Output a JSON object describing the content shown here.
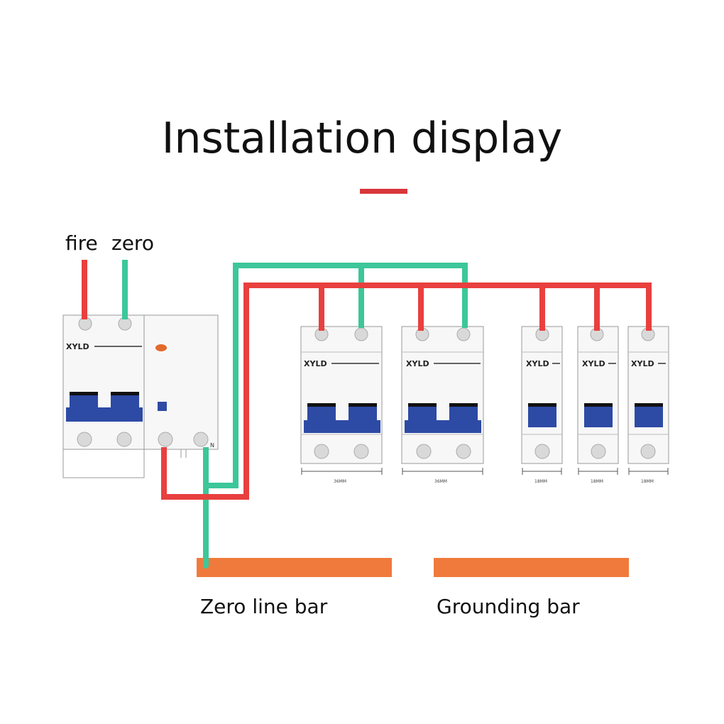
{
  "title": "Installation display",
  "labels": {
    "fire": "fire",
    "zero": "zero",
    "zero_line_bar": "Zero line bar",
    "grounding_bar": "Grounding bar"
  },
  "brand": "XYLD",
  "neutral_mark": "N",
  "dimensions": {
    "width_36": "36MM",
    "width_18": "18MM"
  },
  "colors": {
    "live_wire": "#e8403f",
    "neutral_wire": "#3cc79a",
    "breaker_handle": "#2d4aa5",
    "bus_bar": "#f07a3c",
    "accent": "#d9373a",
    "indicator": "#e26a2c"
  }
}
